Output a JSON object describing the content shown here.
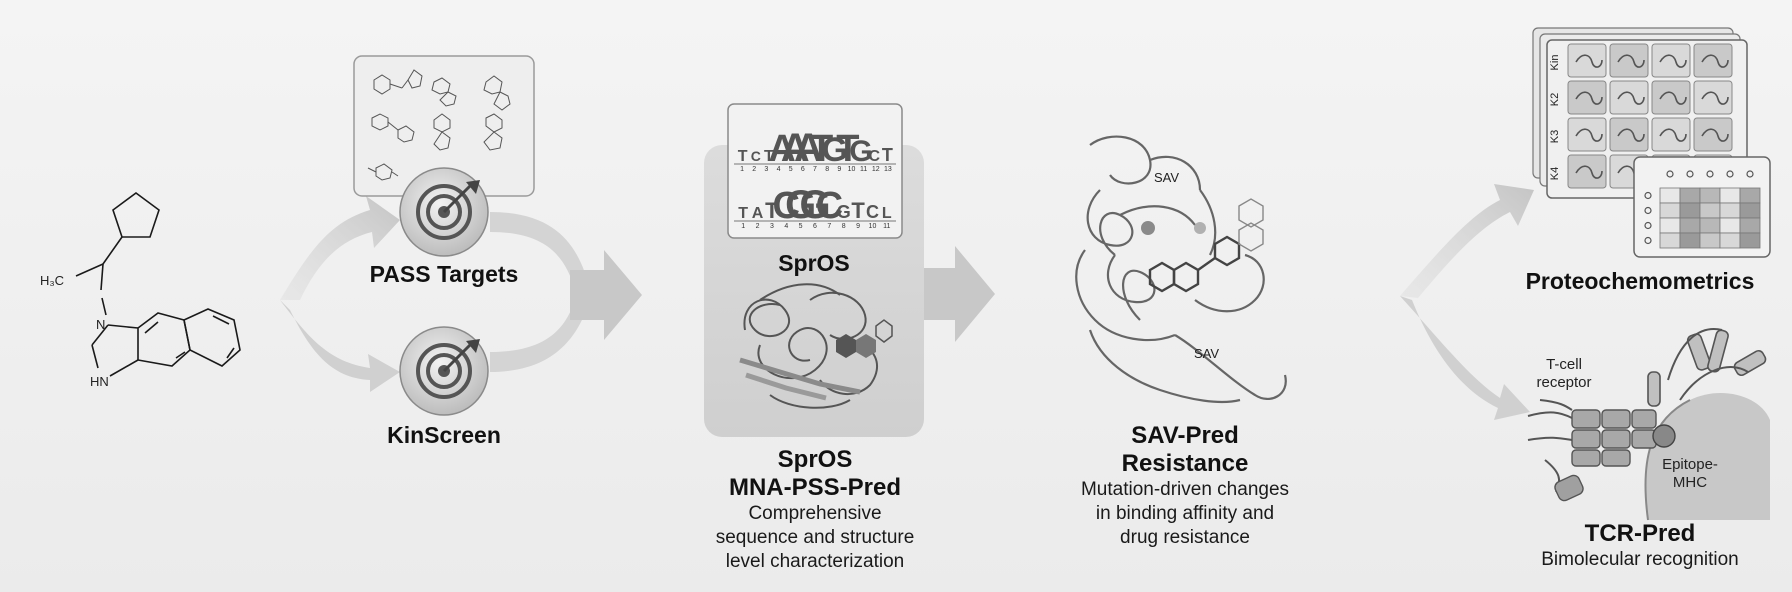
{
  "molecule": {
    "ch3_label": "H₃C",
    "n_label": "N",
    "nh_label": "HN"
  },
  "pass_targets": {
    "label": "PASS Targets"
  },
  "kinscreen": {
    "label": "KinScreen"
  },
  "spros_top": {
    "label": "SprOS",
    "logo1": {
      "letters": [
        "T",
        "C",
        "T",
        "A",
        "A",
        "A",
        "T",
        "G",
        "T",
        "G",
        "C",
        "T"
      ],
      "indices": [
        "1",
        "2",
        "3",
        "4",
        "5",
        "6",
        "7",
        "8",
        "9",
        "10",
        "11",
        "12",
        "13"
      ]
    },
    "logo2": {
      "letters": [
        "T",
        "A",
        "T",
        "C",
        "G",
        "G",
        "C",
        "G",
        "T",
        "C",
        "L"
      ],
      "indices": [
        "1",
        "2",
        "3",
        "4",
        "5",
        "6",
        "7",
        "8",
        "9",
        "10",
        "11"
      ]
    }
  },
  "spros_main": {
    "title_line1": "SprOS",
    "title_line2": "MNA-PSS-Pred",
    "desc_line1": "Comprehensive",
    "desc_line2": "sequence and structure",
    "desc_line3": "level characterization"
  },
  "sav_pred": {
    "title_line1": "SAV-Pred",
    "title_line2": "Resistance",
    "desc_line1": "Mutation-driven changes",
    "desc_line2": "in binding affinity and",
    "desc_line3": "drug resistance",
    "sav_label_1": "SAV",
    "sav_label_2": "SAV"
  },
  "proteochemometrics": {
    "label": "Proteochemometrics",
    "kinase_rows": [
      "Kin",
      "K2",
      "K3",
      "K4"
    ]
  },
  "tcr_pred": {
    "title": "TCR-Pred",
    "desc": "Bimolecular recognition",
    "tcell_line1": "T-cell",
    "tcell_line2": "receptor",
    "epitope_line1": "Epitope-",
    "epitope_line2": "MHC"
  },
  "colors": {
    "arrow": "#c9c9c9",
    "panel": "#d6d6d6",
    "ink": "#111111"
  }
}
